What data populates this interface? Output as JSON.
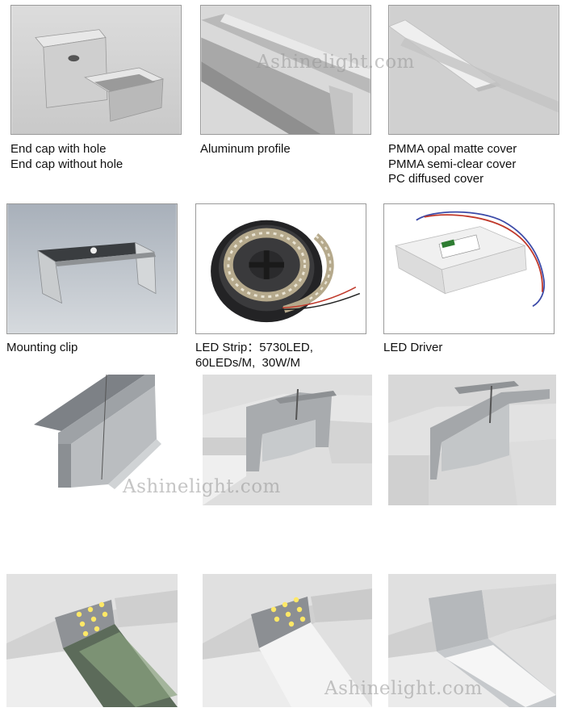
{
  "watermark": "Ashinelight.com",
  "row1": {
    "endcap": {
      "lines": [
        "End cap with hole",
        "End cap without hole"
      ]
    },
    "profile": {
      "lines": [
        "Aluminum profile"
      ]
    },
    "cover": {
      "lines": [
        "PMMA opal matte cover",
        "PMMA semi-clear cover",
        "PC diffused cover"
      ]
    }
  },
  "row2": {
    "clip": {
      "lines": [
        "Mounting clip"
      ]
    },
    "strip": {
      "lines": [
        "LED Strip：5730LED,",
        "60LEDs/M,  30W/M"
      ]
    },
    "driver": {
      "lines": [
        "LED Driver"
      ]
    }
  }
}
